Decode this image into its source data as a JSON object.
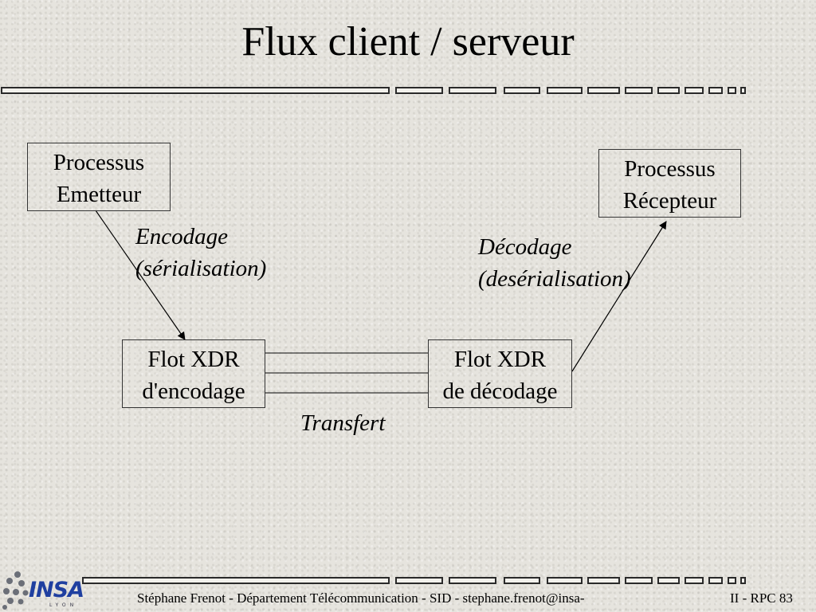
{
  "slide": {
    "title": "Flux client / serveur"
  },
  "diagram": {
    "emitter": {
      "line1": "Processus",
      "line2": "Emetteur"
    },
    "receiver": {
      "line1": "Processus",
      "line2": "Récepteur"
    },
    "encode_stream": {
      "line1": "Flot XDR",
      "line2": "d'encodage"
    },
    "decode_stream": {
      "line1": "Flot XDR",
      "line2": "de décodage"
    },
    "encoding_label": {
      "line1": "Encodage",
      "line2": "(sérialisation)"
    },
    "decoding_label": {
      "line1": "Décodage",
      "line2": "(desérialisation)"
    },
    "transfer_label": "Transfert"
  },
  "footer": {
    "author_line": "Stéphane Frenot - Département Télécommunication - SID - stephane.frenot@insa-",
    "page": "II - RPC 83",
    "logo_text": "INSA",
    "logo_sub": "LYON"
  },
  "colors": {
    "rule_fill": "#f2f1ec",
    "rule_stroke": "#2a2a2a",
    "logo_blue": "#1f3fa0"
  }
}
